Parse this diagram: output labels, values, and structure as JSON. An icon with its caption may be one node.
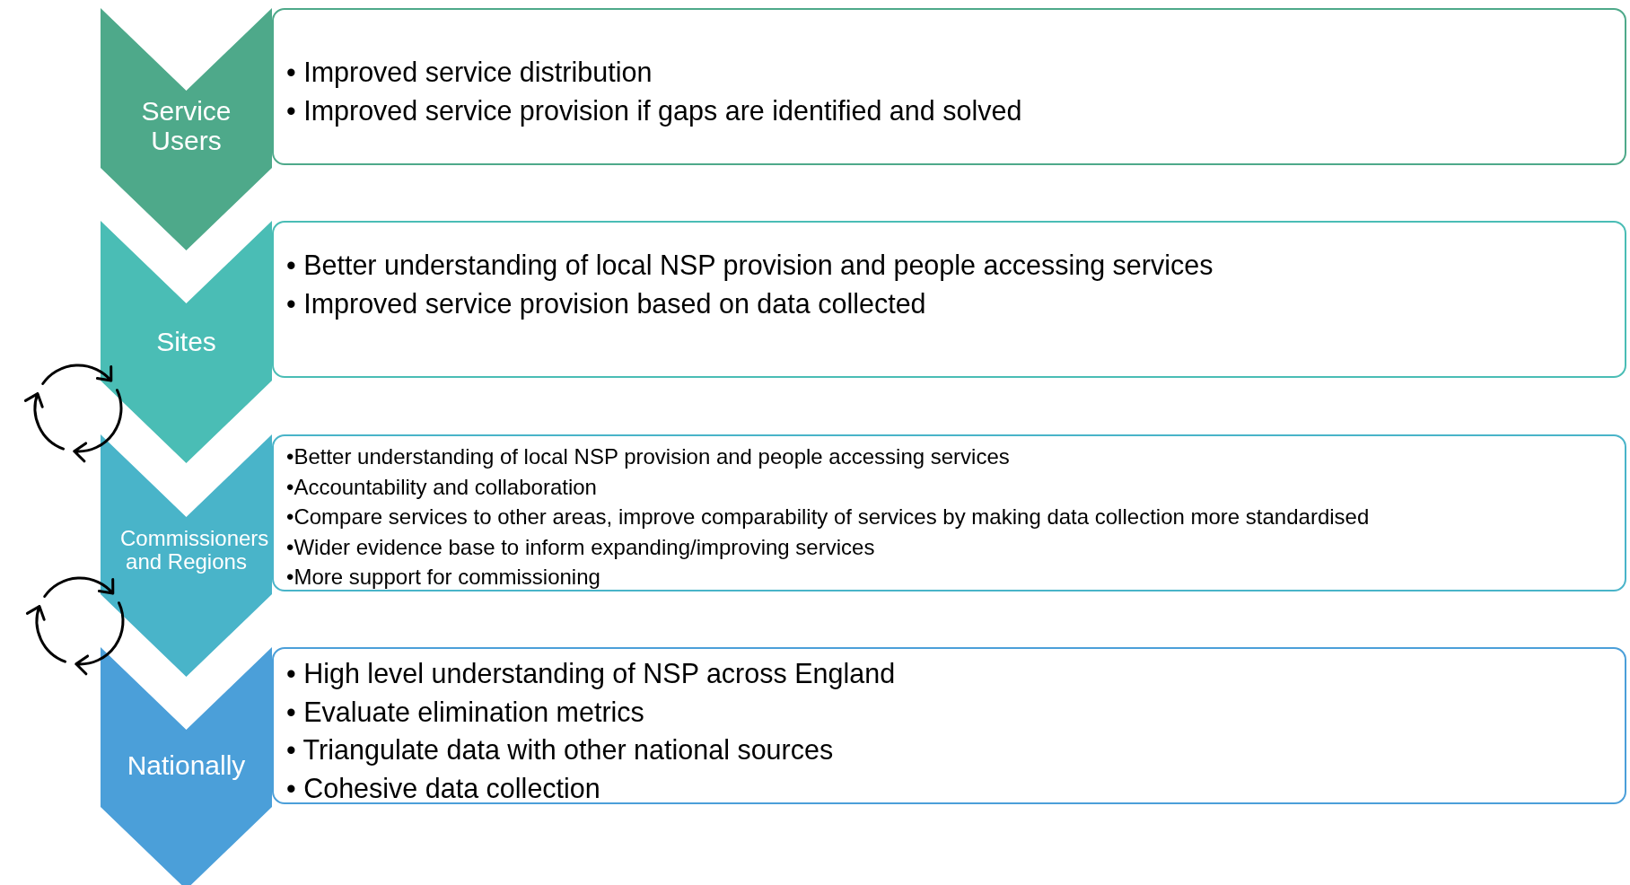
{
  "diagram": {
    "nodes": [
      {
        "text": [
          "Service Users"
        ]
      },
      {
        "text": [
          "• Improved service distribution",
          "• Improved service provision if gaps are identified and solved"
        ]
      },
      {
        "text": [
          "Sites"
        ]
      },
      {
        "text": [
          "• Better understanding of local NSP provision and people accessing services",
          "• Improved service provision based on data collected"
        ]
      },
      {
        "text": [
          "Commissioners and Regions"
        ]
      },
      {
        "text": [
          "•Better understanding of local NSP provision and people accessing services",
          "•Accountability and collaboration",
          "•Compare services to other areas, improve comparability of services by making data collection more standardised",
          "•Wider evidence base to inform expanding/improving services",
          "•More support for commissioning"
        ]
      },
      {
        "text": [
          "Nationally"
        ]
      },
      {
        "text": [
          "• High level understanding of NSP across England",
          "• Evaluate elimination metrics",
          "• Triangulate data with other national sources",
          "• Cohesive data collection"
        ]
      }
    ]
  }
}
